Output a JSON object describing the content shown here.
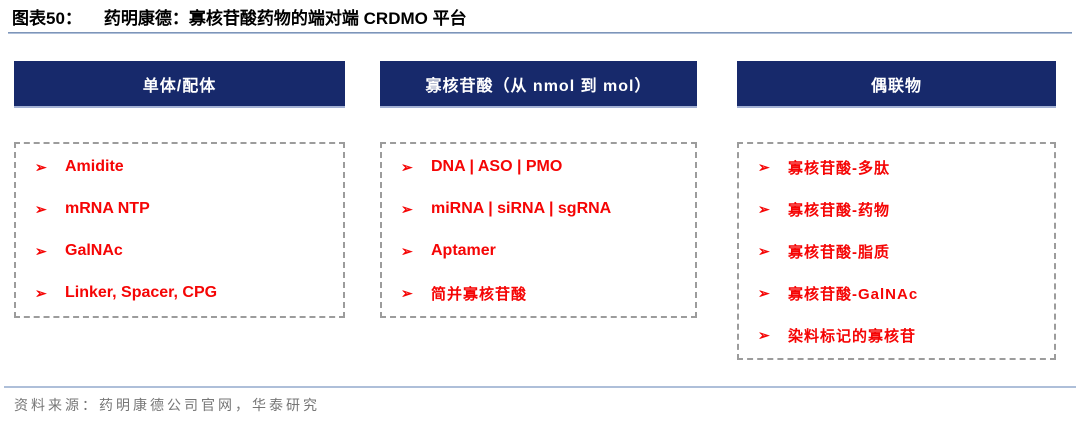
{
  "figure": {
    "label": "图表50：",
    "title": "药明康德：寡核苷酸药物的端对端 CRDMO 平台",
    "source": "资料来源：药明康德公司官网，华泰研究"
  },
  "bullet_icon": "➢",
  "colors": {
    "header_navy": "#17296b",
    "item_red": "#f50505",
    "rule_blue": "#aebfd9",
    "dash_gray": "#9c9c9c",
    "source_gray": "#767676"
  },
  "columns": [
    {
      "header": "单体/配体",
      "items": [
        "Amidite",
        "mRNA NTP",
        "GalNAc",
        "Linker, Spacer, CPG"
      ]
    },
    {
      "header": "寡核苷酸（从 nmol 到 mol）",
      "items": [
        "DNA | ASO | PMO",
        "miRNA | siRNA | sgRNA",
        "Aptamer",
        "简并寡核苷酸"
      ]
    },
    {
      "header": "偶联物",
      "items": [
        "寡核苷酸-多肽",
        "寡核苷酸-药物",
        "寡核苷酸-脂质",
        "寡核苷酸-GalNAc",
        "染料标记的寡核苷"
      ]
    }
  ]
}
